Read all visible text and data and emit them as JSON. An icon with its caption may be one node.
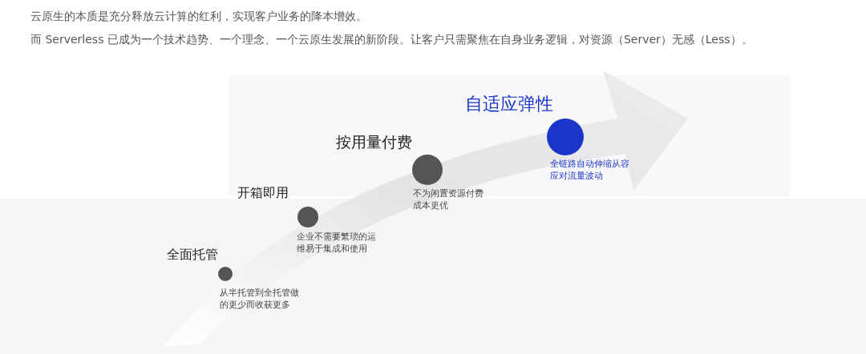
{
  "diagram": {
    "nodes": [
      {
        "text": [
          "全面托管",
          "从半托管到全托管做的更少而收获更多"
        ]
      },
      {
        "text": [
          "开箱即用",
          "企业不需要繁琐的运维易于集成和使用"
        ]
      },
      {
        "text": [
          "按用量付费",
          "不为闲置资源付费成本更优"
        ]
      },
      {
        "text": [
          "自适应弹性",
          "全链路自动伸缩从容应对流量波动"
        ]
      }
    ],
    "labels": [
      "云原生的本质是充分释放云计算的红利，实现客户业务的降本增效。",
      "而 Serverless 已成为一个技术趋势、一个理念、一个云原生发展的新阶段。让客户只需聚焦在自身业务逻辑，对资源（Server）无感（Less）。"
    ]
  }
}
